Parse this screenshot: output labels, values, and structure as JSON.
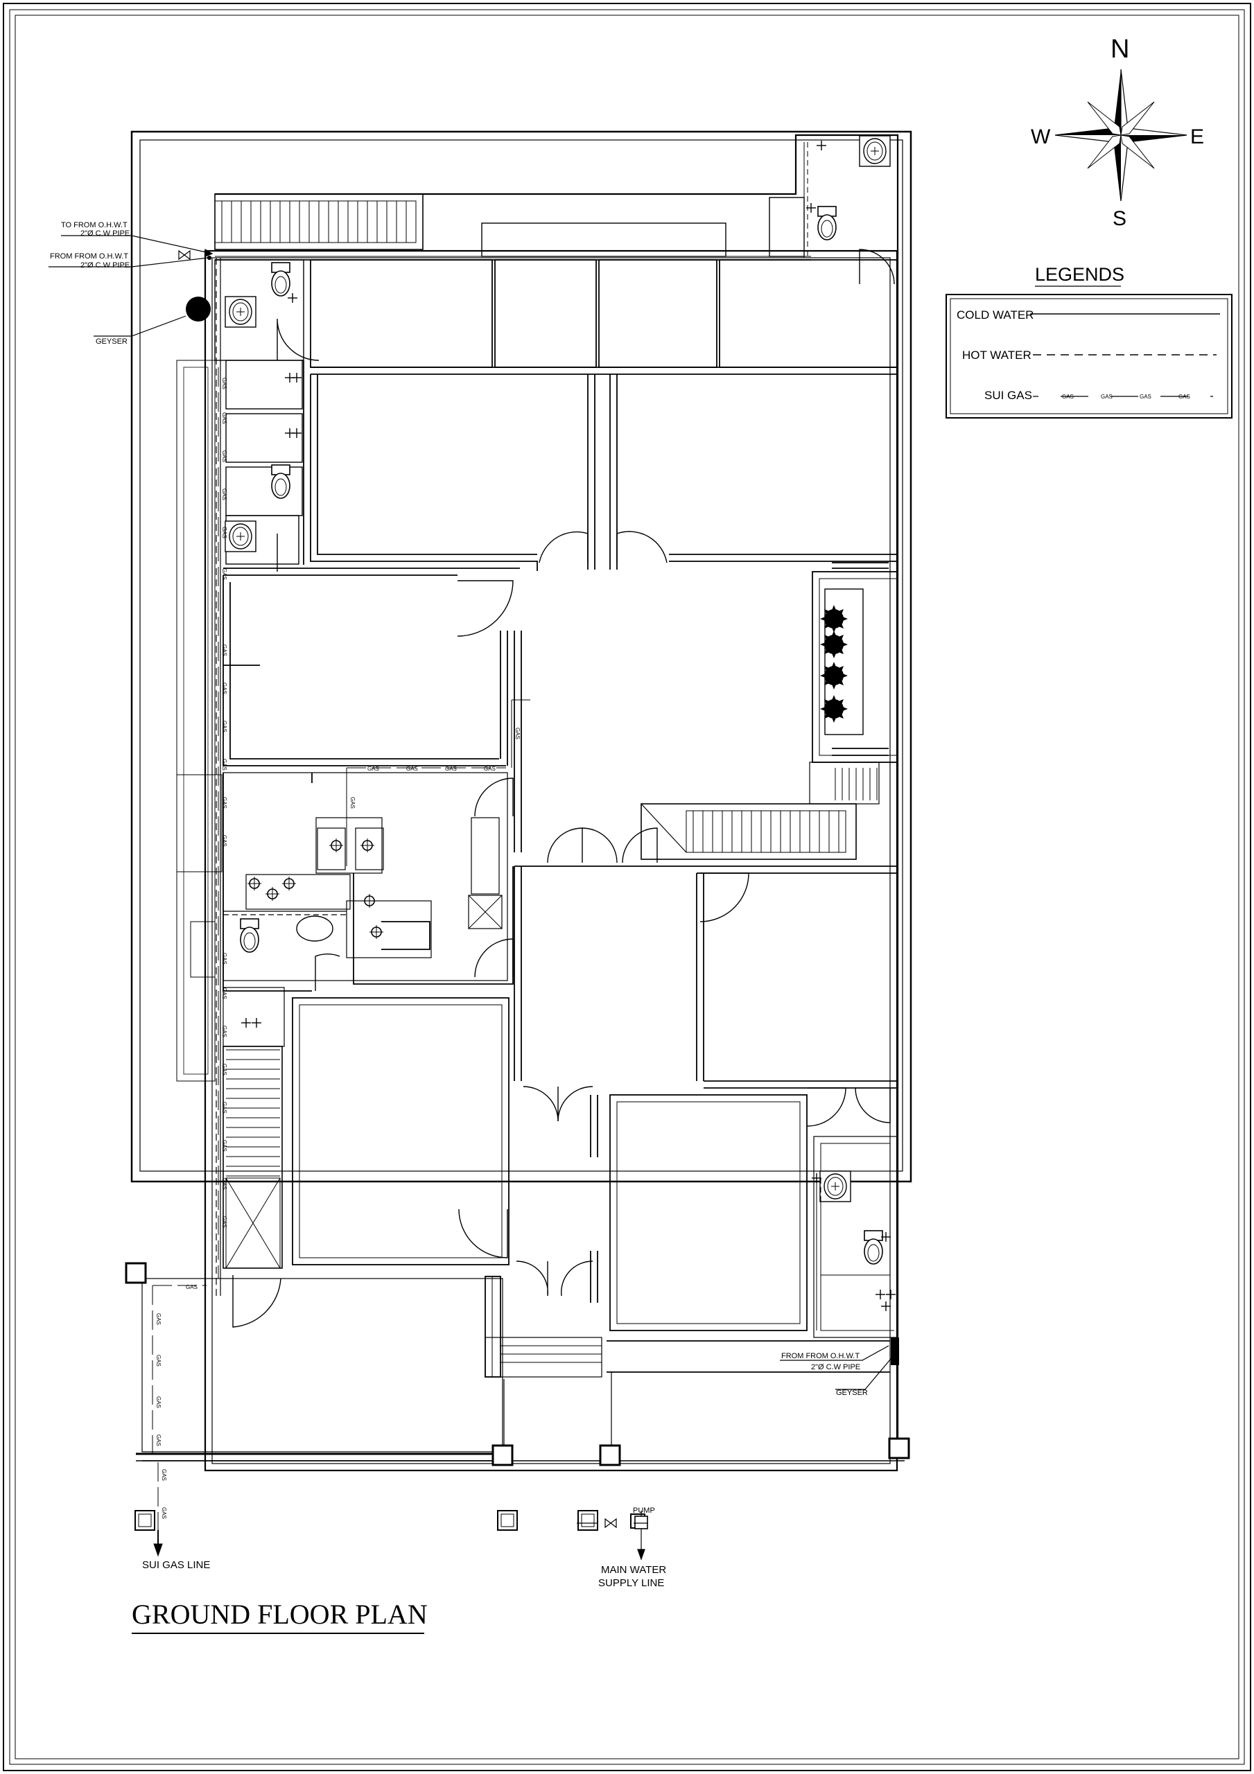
{
  "title": "GROUND FLOOR PLAN",
  "compass": {
    "n": "N",
    "s": "S",
    "e": "E",
    "w": "W"
  },
  "legend": {
    "heading": "LEGENDS",
    "cold_water": "COLD WATER",
    "hot_water": "HOT WATER",
    "sui_gas": "SUI GAS",
    "gas_mark": "GAS"
  },
  "notes": {
    "to_from_ohwt": "TO  FROM O.H.W.T",
    "pipe_2cw_a": "2\"Ø C.W PIPE",
    "from_from_ohwt_a": "FROM FROM O.H.W.T",
    "pipe_2cw_b": "2\"Ø C.W PIPE",
    "geyser_a": "GEYSER",
    "from_from_ohwt_b": "FROM FROM O.H.W.T",
    "pipe_2cw_c": "2\"Ø C.W PIPE",
    "geyser_b": "GEYSER",
    "pump": "PUMP",
    "sui_gas_line": "SUI GAS LINE",
    "main_water_1": "MAIN WATER",
    "main_water_2": "SUPPLY LINE"
  },
  "gas_tag": "GAS"
}
